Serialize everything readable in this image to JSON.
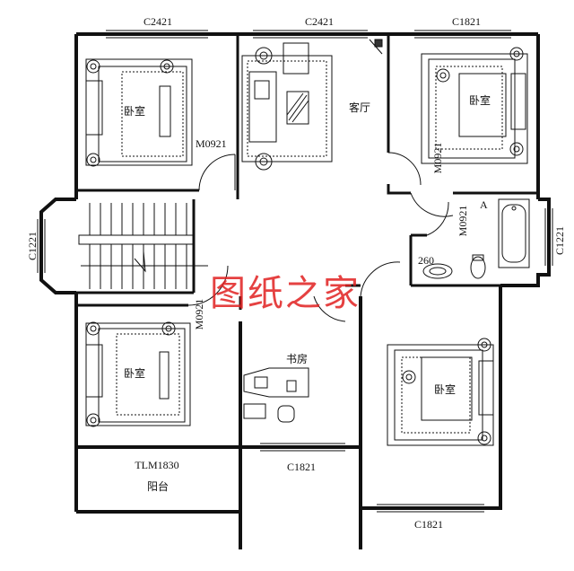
{
  "windows": {
    "top_left": "C2421",
    "top_mid": "C2421",
    "top_right": "C1821",
    "mid_bottom": "C1821",
    "bottom_right": "C1821",
    "left": "C1221",
    "right": "C1221",
    "balcony_door": "TLM1830"
  },
  "doors": {
    "bed_top_left": "M0921",
    "bed_top_right": "M0921",
    "bath": "M0921",
    "bed_bottom_left": "M0921"
  },
  "rooms": {
    "bedroom": "卧室",
    "living": "客厅",
    "study": "书房",
    "balcony": "阳台"
  },
  "misc": {
    "bath_mark": "A",
    "level": "260"
  },
  "watermark": "图纸之家"
}
